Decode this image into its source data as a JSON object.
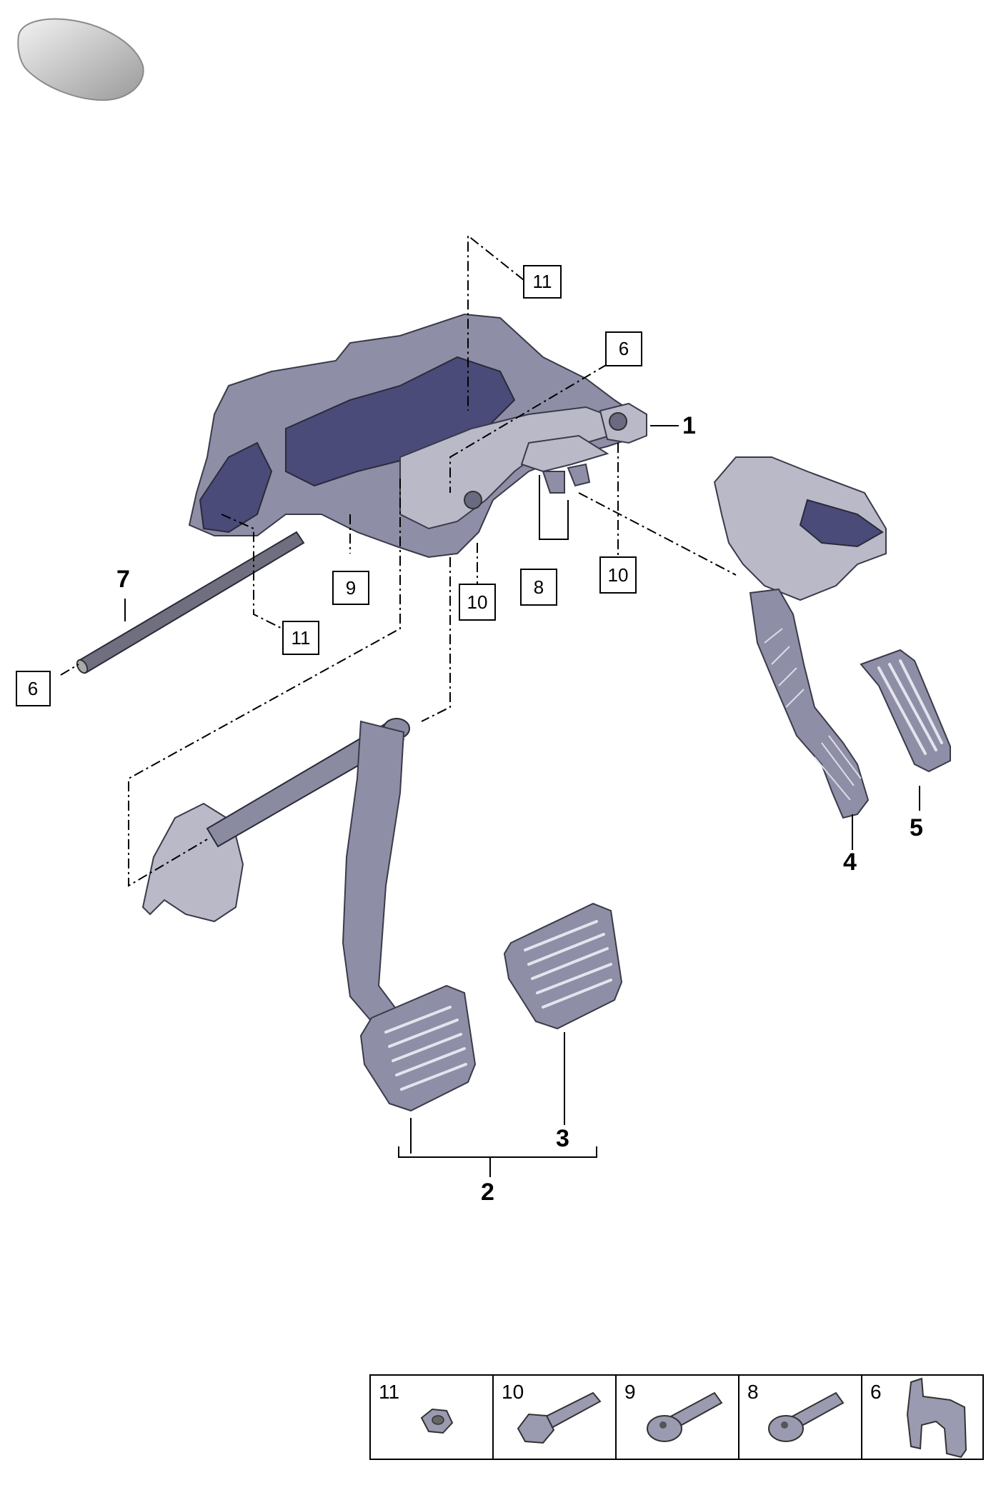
{
  "callouts": {
    "c1": "1",
    "c2": "2",
    "c3": "3",
    "c4": "4",
    "c5": "5",
    "c7": "7"
  },
  "boxed_callouts": {
    "b11_top": "11",
    "b6_top": "6",
    "b9": "9",
    "b10_mid": "10",
    "b8": "8",
    "b10_right": "10",
    "b11_bottom": "11",
    "b6_left": "6"
  },
  "legend": {
    "cells": [
      {
        "label": "11",
        "icon": "nut-icon"
      },
      {
        "label": "10",
        "icon": "hex-bolt-icon"
      },
      {
        "label": "9",
        "icon": "torx-bolt-icon"
      },
      {
        "label": "8",
        "icon": "torx-bolt-icon"
      },
      {
        "label": "6",
        "icon": "clip-icon"
      }
    ]
  },
  "colors": {
    "part": "#8e8ea6",
    "part_dark": "#4b4b7a",
    "part_light": "#b9b9c8",
    "line": "#000000"
  }
}
